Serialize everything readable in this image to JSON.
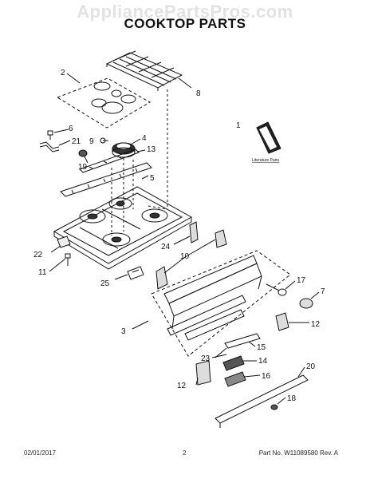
{
  "watermark": "AppliancePartsPros.com",
  "title": "COOKTOP PARTS",
  "literature_label": "Literature Parts",
  "callouts": [
    {
      "id": "c1",
      "text": "1"
    },
    {
      "id": "c2",
      "text": "2"
    },
    {
      "id": "c3",
      "text": "3"
    },
    {
      "id": "c4",
      "text": "4"
    },
    {
      "id": "c5",
      "text": "5"
    },
    {
      "id": "c6",
      "text": "6"
    },
    {
      "id": "c7",
      "text": "7"
    },
    {
      "id": "c8",
      "text": "8"
    },
    {
      "id": "c9",
      "text": "9"
    },
    {
      "id": "c10",
      "text": "10"
    },
    {
      "id": "c11",
      "text": "11"
    },
    {
      "id": "c12a",
      "text": "12"
    },
    {
      "id": "c12b",
      "text": "12"
    },
    {
      "id": "c13",
      "text": "13"
    },
    {
      "id": "c14",
      "text": "14"
    },
    {
      "id": "c15",
      "text": "15"
    },
    {
      "id": "c16",
      "text": "16"
    },
    {
      "id": "c17",
      "text": "17"
    },
    {
      "id": "c18",
      "text": "18"
    },
    {
      "id": "c19",
      "text": "19"
    },
    {
      "id": "c20",
      "text": "20"
    },
    {
      "id": "c21",
      "text": "21"
    },
    {
      "id": "c22",
      "text": "22"
    },
    {
      "id": "c23",
      "text": "23"
    },
    {
      "id": "c24",
      "text": "24"
    },
    {
      "id": "c25",
      "text": "25"
    }
  ],
  "footer": {
    "date": "02/01/2017",
    "page": "2",
    "part_info": "Part No. W11089580  Rev. A"
  }
}
